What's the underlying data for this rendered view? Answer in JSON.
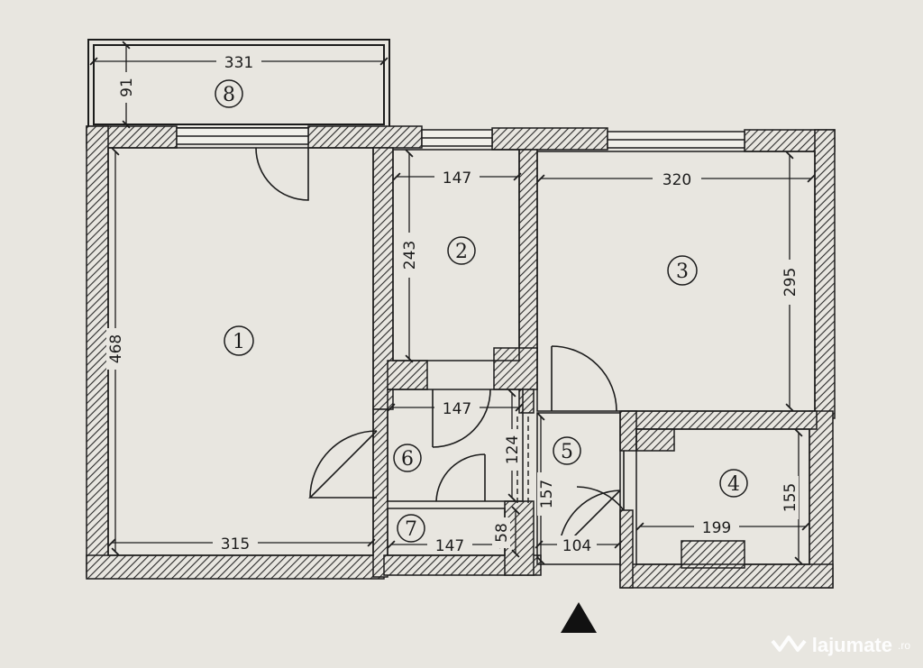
{
  "dimensions": {
    "balcony_width": "331",
    "balcony_depth": "91",
    "room1_height": "468",
    "room1_width": "315",
    "room2_width": "147",
    "room2_height": "243",
    "room3_width": "320",
    "room3_height": "295",
    "room6_width": "147",
    "room6_height": "124",
    "room7_width": "147",
    "room7_height": "58",
    "room5_height": "157",
    "room5_width": "104",
    "room4_width": "199",
    "room4_height": "155"
  },
  "rooms": [
    "1",
    "2",
    "3",
    "4",
    "5",
    "6",
    "7",
    "8"
  ],
  "watermark": {
    "brand": "lajumate",
    "suffix": ".ro"
  },
  "colors": {
    "paper": "#e8e6e0",
    "ink": "#1c1c1c",
    "hatch": "#3a3a3a"
  }
}
